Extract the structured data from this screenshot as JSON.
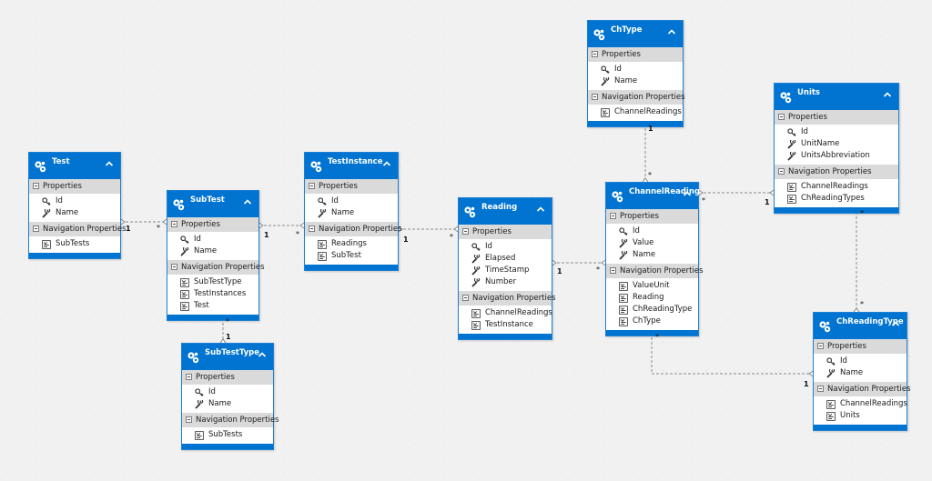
{
  "diagram": {
    "section_labels": {
      "properties": "Properties",
      "navigation": "Navigation Properties"
    },
    "entities": [
      {
        "key": "test",
        "title": "Test",
        "properties": [
          "Id",
          "Name"
        ],
        "key_properties": [
          "Id"
        ],
        "navigation": [
          "SubTests"
        ]
      },
      {
        "key": "subtest",
        "title": "SubTest",
        "properties": [
          "Id",
          "Name"
        ],
        "key_properties": [
          "Id"
        ],
        "navigation": [
          "SubTestType",
          "TestInstances",
          "Test"
        ]
      },
      {
        "key": "subtesttype",
        "title": "SubTestType",
        "properties": [
          "Id",
          "Name"
        ],
        "key_properties": [
          "Id"
        ],
        "navigation": [
          "SubTests"
        ]
      },
      {
        "key": "testinstance",
        "title": "TestInstance",
        "properties": [
          "Id",
          "Name"
        ],
        "key_properties": [
          "Id"
        ],
        "navigation": [
          "Readings",
          "SubTest"
        ]
      },
      {
        "key": "reading",
        "title": "Reading",
        "properties": [
          "Id",
          "Elapsed",
          "TimeStamp",
          "Number"
        ],
        "key_properties": [
          "Id"
        ],
        "navigation": [
          "ChannelReadings",
          "TestInstance"
        ]
      },
      {
        "key": "channelreading",
        "title": "ChannelReading",
        "properties": [
          "Id",
          "Value",
          "Name"
        ],
        "key_properties": [
          "Id"
        ],
        "navigation": [
          "ValueUnit",
          "Reading",
          "ChReadingType",
          "ChType"
        ]
      },
      {
        "key": "chtype",
        "title": "ChType",
        "properties": [
          "Id",
          "Name"
        ],
        "key_properties": [
          "Id"
        ],
        "navigation": [
          "ChannelReadings"
        ]
      },
      {
        "key": "units",
        "title": "Units",
        "properties": [
          "Id",
          "UnitName",
          "UnitsAbbreviation"
        ],
        "key_properties": [
          "Id"
        ],
        "navigation": [
          "ChannelReadings",
          "ChReadingTypes"
        ]
      },
      {
        "key": "chreadingtype",
        "title": "ChReadingType",
        "properties": [
          "Id",
          "Name"
        ],
        "key_properties": [
          "Id"
        ],
        "navigation": [
          "ChannelReadings",
          "Units"
        ]
      }
    ],
    "associations": [
      {
        "from": "test",
        "to": "subtest",
        "from_mult": "1",
        "to_mult": "*"
      },
      {
        "from": "subtest",
        "to": "testinstance",
        "from_mult": "1",
        "to_mult": "*"
      },
      {
        "from": "subtest",
        "to": "subtesttype",
        "from_mult": "*",
        "to_mult": "1"
      },
      {
        "from": "testinstance",
        "to": "reading",
        "from_mult": "1",
        "to_mult": "*"
      },
      {
        "from": "reading",
        "to": "channelreading",
        "from_mult": "1",
        "to_mult": "*"
      },
      {
        "from": "chtype",
        "to": "channelreading",
        "from_mult": "1",
        "to_mult": "*"
      },
      {
        "from": "channelreading",
        "to": "units",
        "from_mult": "*",
        "to_mult": "1"
      },
      {
        "from": "units",
        "to": "chreadingtype",
        "from_mult": "*",
        "to_mult": "*"
      },
      {
        "from": "channelreading",
        "to": "chreadingtype",
        "from_mult": "*",
        "to_mult": "1"
      }
    ]
  },
  "colors": {
    "header": "#0074d0",
    "border": "#1e80d4",
    "section_bg": "#dadada",
    "connector": "#8a8a8a",
    "canvas": "#f1f1f1"
  },
  "icons": {
    "entity": "entity-icon",
    "collapse": "chevron-up-icon",
    "key_property": "key-icon",
    "property": "wrench-icon",
    "navigation": "navigation-property-icon",
    "section": "collapse-section-icon"
  }
}
